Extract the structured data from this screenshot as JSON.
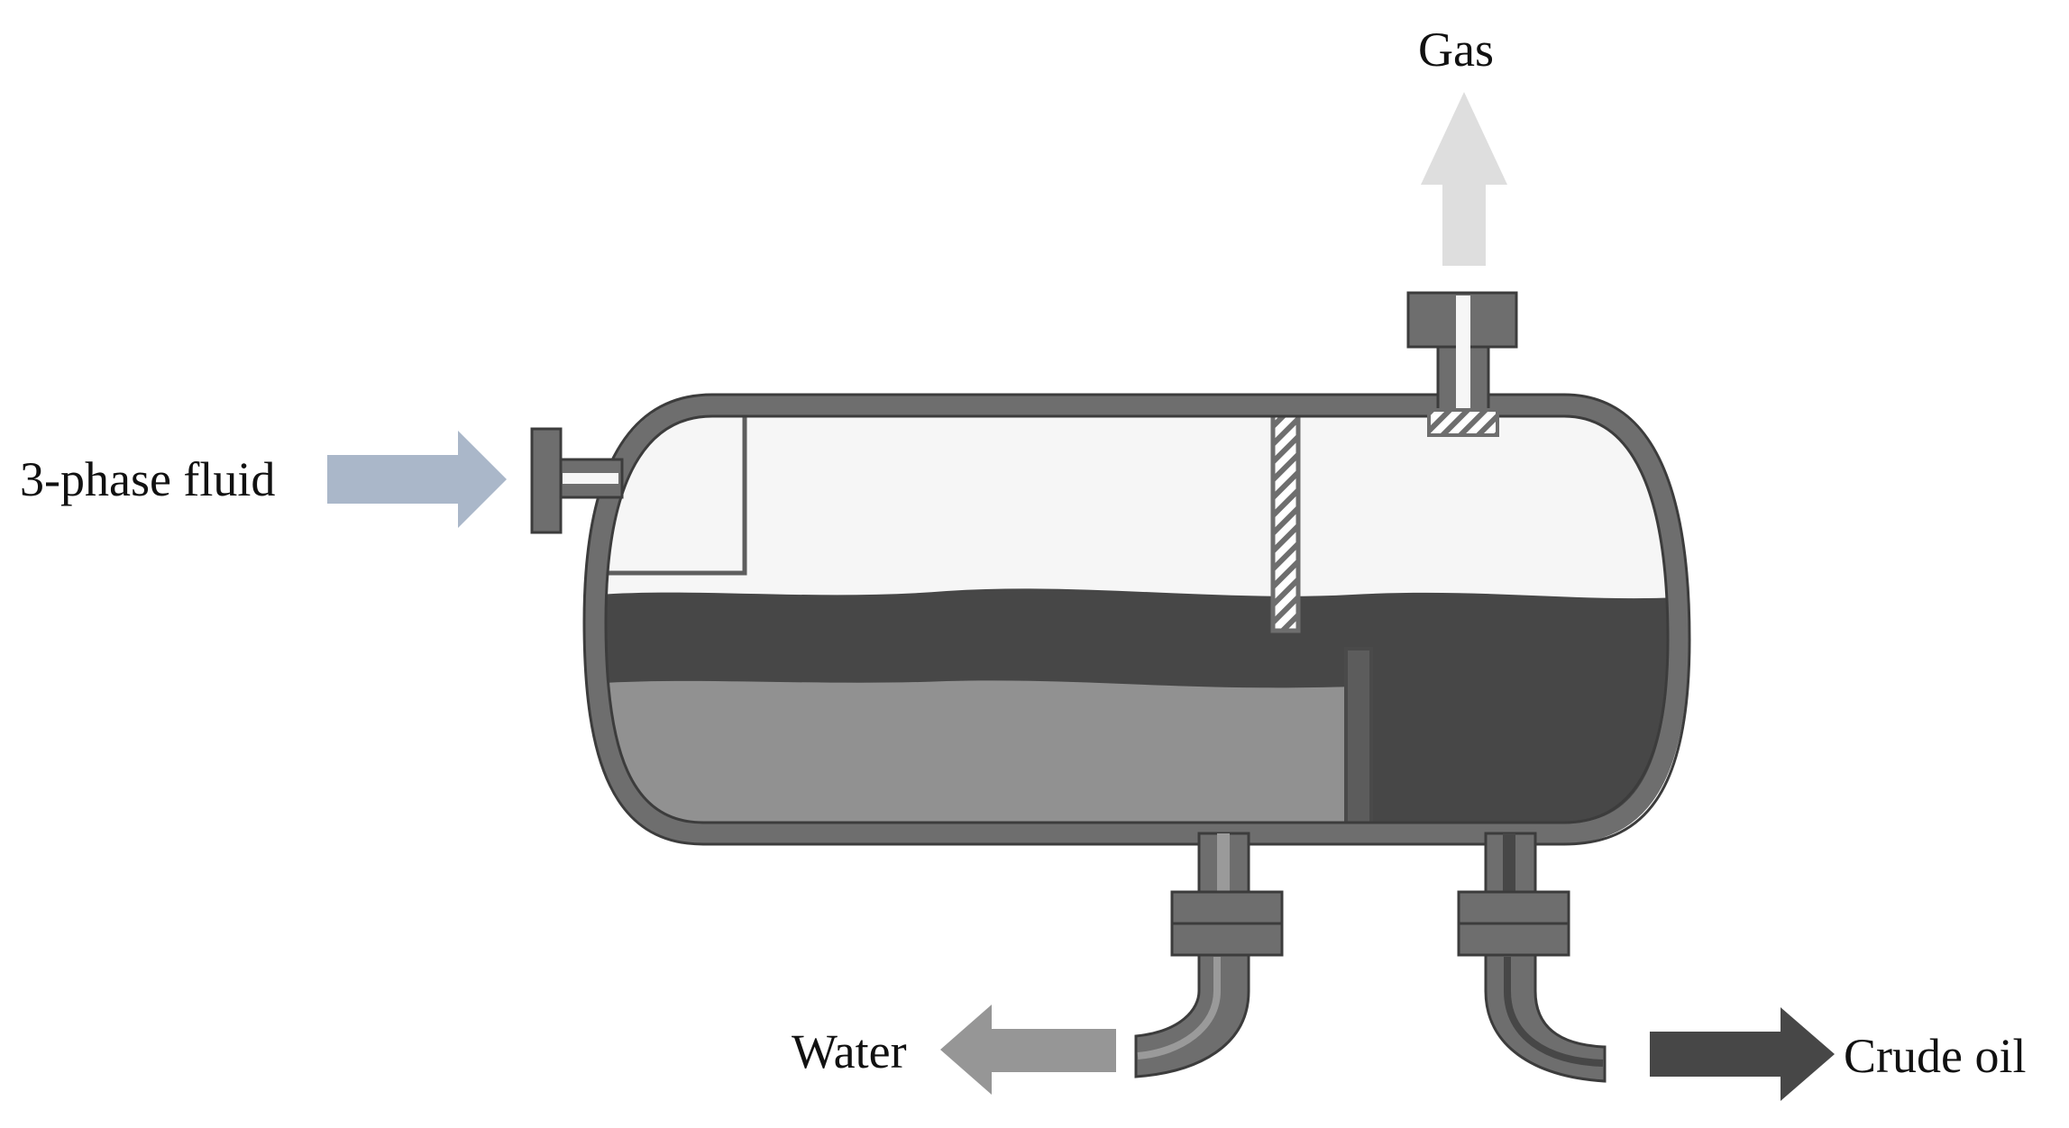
{
  "labels": {
    "gas": "Gas",
    "inlet": "3-phase fluid",
    "water": "Water",
    "crude_oil": "Crude oil"
  },
  "colors": {
    "vessel_wall": "#6e6e6e",
    "vessel_wall_dark": "#4e4e4e",
    "gas_space": "#f6f6f6",
    "oil": "#474747",
    "water": "#919191",
    "inlet_arrow": "#aab7c9",
    "gas_arrow": "#dedede",
    "water_arrow": "#969696",
    "oil_arrow": "#474747"
  }
}
